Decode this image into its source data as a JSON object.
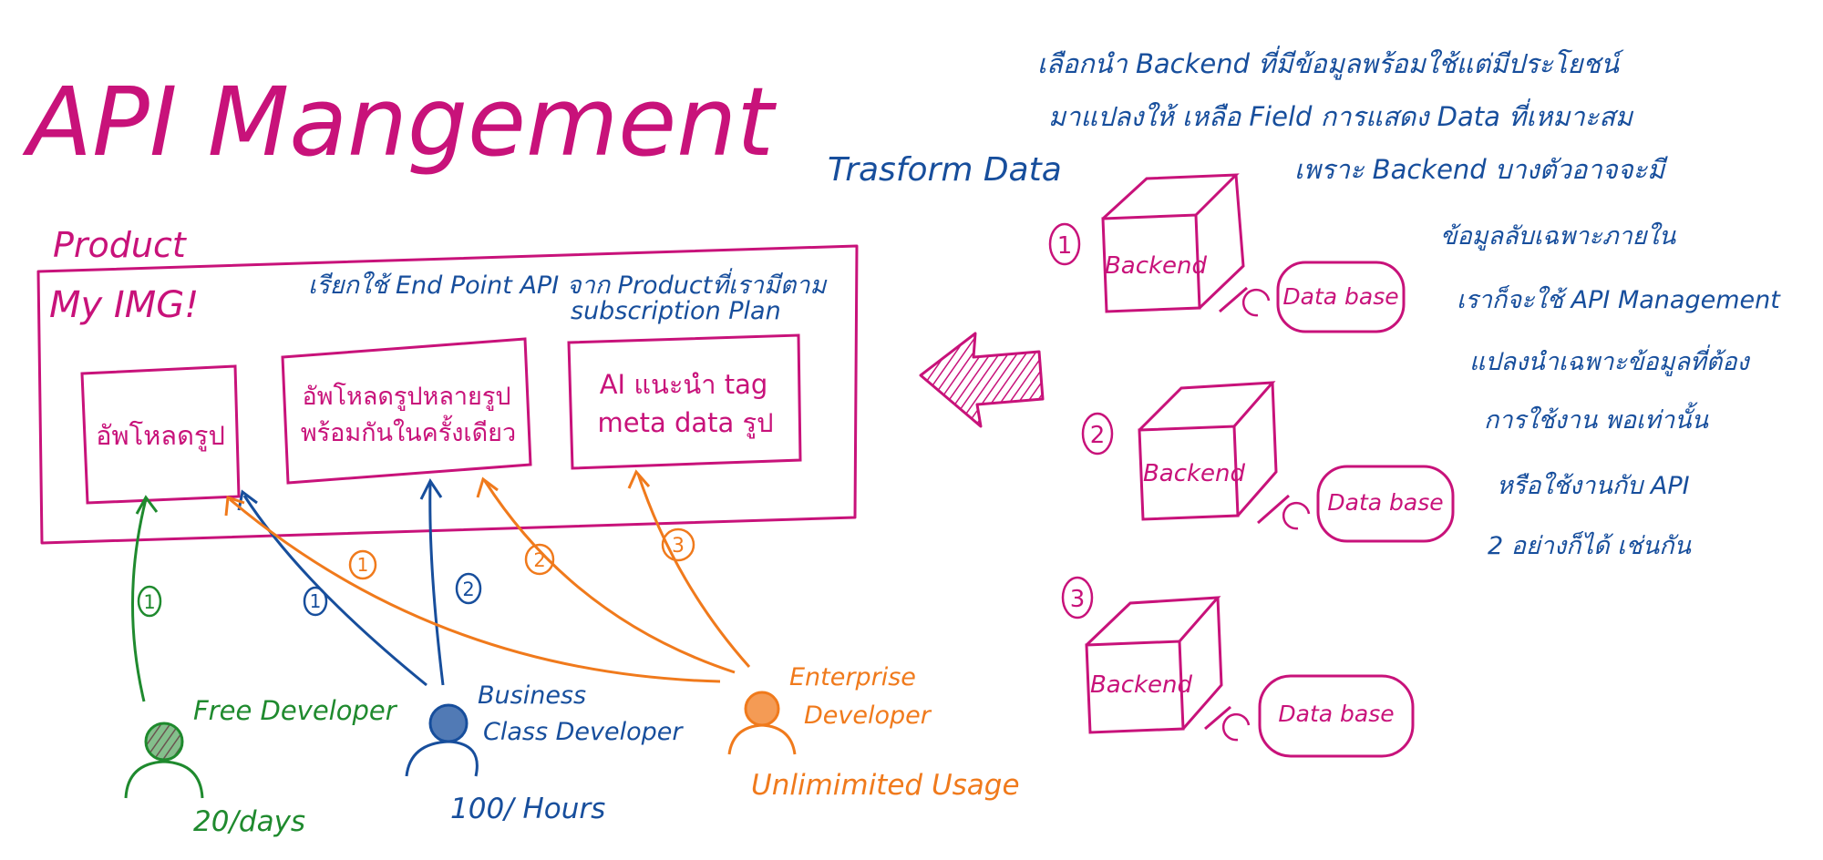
{
  "title": "API Mangement",
  "colors": {
    "magenta": "#c8127a",
    "blue": "#174e9c",
    "green": "#1f8a2e",
    "orange": "#f07a1c"
  },
  "product": {
    "section_label": "Product",
    "product_name": "My IMG!",
    "header_line1": "เรียกใช้ End Point API จาก Productที่เรามีตาม",
    "header_line2": "subscription Plan",
    "endpoints": [
      {
        "lines": [
          "อัพโหลดรูป"
        ]
      },
      {
        "lines": [
          "อัพโหลดรูปหลายรูป",
          "พร้อมกันในครั้งเดียว"
        ]
      },
      {
        "lines": [
          "AI แนะนำ tag",
          "meta data รูป"
        ]
      }
    ]
  },
  "developers": [
    {
      "name_lines": [
        "Free Developer"
      ],
      "quota": "20/days",
      "icon": "person-icon"
    },
    {
      "name_lines": [
        "Business",
        "Class Developer"
      ],
      "quota": "100/ Hours",
      "icon": "person-icon"
    },
    {
      "name_lines": [
        "Enterprise",
        "Developer"
      ],
      "quota": "Unlimimited Usage",
      "icon": "person-icon"
    }
  ],
  "arrow_labels": [
    "1",
    "1",
    "2",
    "1",
    "2",
    "3"
  ],
  "transform": {
    "label": "Trasform Data",
    "note_lines": [
      "เลือกนำ Backend ที่มีข้อมูลพร้อมใช้แต่มีประโยชน์",
      "มาแปลงให้ เหลือ Field การแสดง Data ที่เหมาะสม",
      "เพราะ Backend บางตัวอาจจะมี"
    ],
    "side_note_lines": [
      "ข้อมูลลับเฉพาะภายใน",
      "เราก็จะใช้ API Management",
      "แปลงนำเฉพาะข้อมูลที่ต้อง",
      "การใช้งาน พอเท่านั้น",
      "หรือใช้งานกับ API",
      "2 อย่างก็ได้ เช่นกัน"
    ],
    "backends": [
      {
        "number": "1",
        "backend_label": "Backend",
        "db_label": "Data base"
      },
      {
        "number": "2",
        "backend_label": "Backend",
        "db_label": "Data base"
      },
      {
        "number": "3",
        "backend_label": "Backend",
        "db_label": "Data base"
      }
    ]
  }
}
